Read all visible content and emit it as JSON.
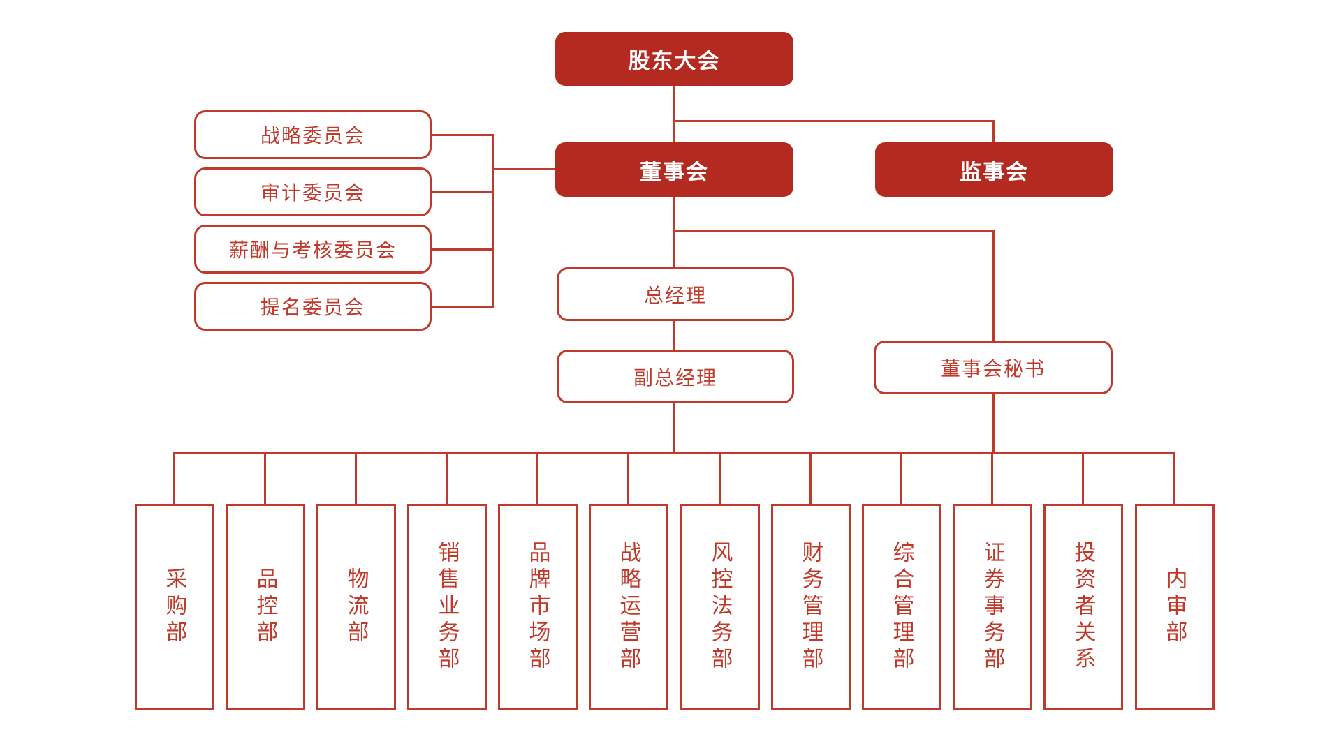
{
  "diagram_type": "organizational-chart",
  "colors": {
    "node_fill_red": "#b42a20",
    "line_and_text_red": "#c03a2c",
    "filled_node_text": "#ffffff",
    "background": "#ffffff"
  },
  "org": {
    "shareholders_meeting": {
      "label": "股东大会"
    },
    "board_of_directors": {
      "label": "董事会"
    },
    "supervisory_board": {
      "label": "监事会"
    },
    "board_committees": [
      {
        "label": "战略委员会"
      },
      {
        "label": "审计委员会"
      },
      {
        "label": "薪酬与考核委员会"
      },
      {
        "label": "提名委员会"
      }
    ],
    "general_manager": {
      "label": "总经理"
    },
    "deputy_general_manager": {
      "label": "副总经理"
    },
    "board_secretary": {
      "label": "董事会秘书"
    },
    "departments": [
      {
        "label": "采购部"
      },
      {
        "label": "品控部"
      },
      {
        "label": "物流部"
      },
      {
        "label": "销售业务部"
      },
      {
        "label": "品牌市场部"
      },
      {
        "label": "战略运营部"
      },
      {
        "label": "风控法务部"
      },
      {
        "label": "财务管理部"
      },
      {
        "label": "综合管理部"
      },
      {
        "label": "证券事务部"
      },
      {
        "label": "投资者关系"
      },
      {
        "label": "内审部"
      }
    ]
  }
}
